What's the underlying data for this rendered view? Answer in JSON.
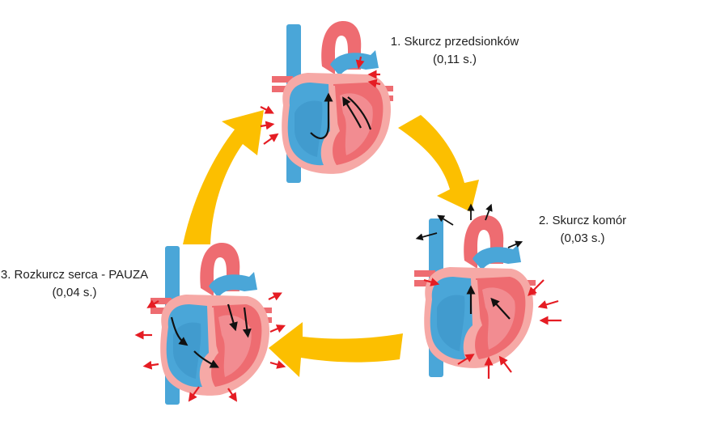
{
  "stages": [
    {
      "title": "1. Skurcz przedsionków",
      "duration": "(0,11 s.)"
    },
    {
      "title": "2. Skurcz komór",
      "duration": "(0,03 s.)"
    },
    {
      "title": "3. Rozkurcz serca - PAUZA",
      "duration": "(0,04 s.)"
    }
  ],
  "colors": {
    "cycle_arrow": "#fcbf00",
    "oxygenated_blood": "#ee6c71",
    "deoxygenated_blood": "#4aa6d8",
    "heart_wall": "#f6a9a6",
    "pressure_arrow": "#e51c23",
    "flow_arrow": "#111111"
  },
  "icons": [
    "heart-diagram",
    "cycle-arrow",
    "pressure-arrow",
    "blood-flow-arrow"
  ]
}
